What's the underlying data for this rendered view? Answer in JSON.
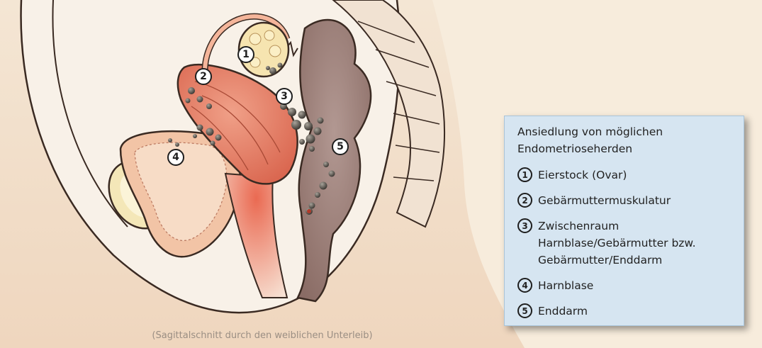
{
  "legend": {
    "title": "Ansiedlung von möglichen\nEndometrioseherden",
    "items": [
      {
        "number": "1",
        "label": "Eierstock (Ovar)"
      },
      {
        "number": "2",
        "label": "Gebärmuttermuskulatur"
      },
      {
        "number": "3",
        "label": "Zwischenraum\nHarnblase/Gebärmutter bzw.\nGebärmutter/Enddarm"
      },
      {
        "number": "4",
        "label": "Harnblase"
      },
      {
        "number": "5",
        "label": "Enddarm"
      }
    ]
  },
  "markers": [
    "1",
    "2",
    "3",
    "4",
    "5"
  ],
  "caption": "(Sagittalschnitt durch den weiblichen Unterleib)",
  "colors": {
    "background": "#f7ecdc",
    "skin": "#f2dcc4",
    "uterus": "#e8806a",
    "rectum": "#9c7e76",
    "endometriosis_spots": "#555049",
    "legend_background": "#d6e5f1"
  }
}
